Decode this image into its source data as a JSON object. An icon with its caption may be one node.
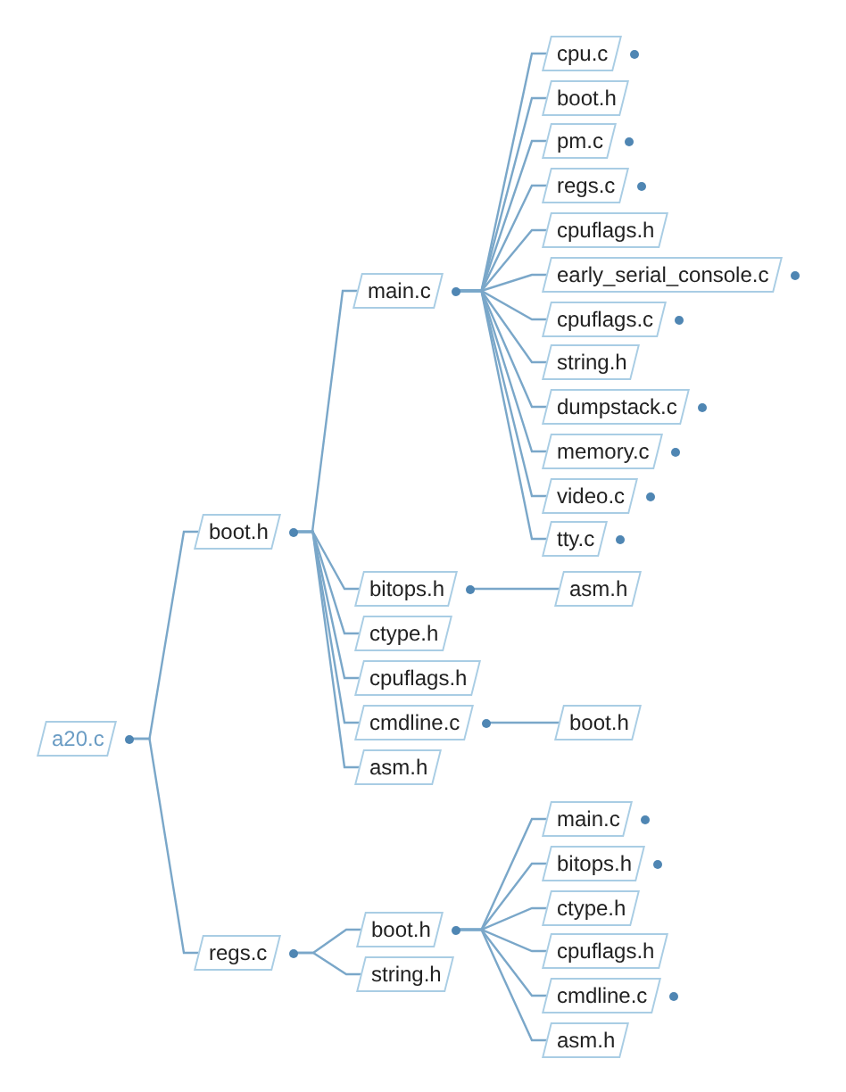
{
  "diagram": {
    "nodes": [
      {
        "text": [
          "a20.c"
        ]
      },
      {
        "text": [
          "boot.h"
        ]
      },
      {
        "text": [
          "main.c"
        ]
      },
      {
        "text": [
          "cpu.c"
        ]
      },
      {
        "text": [
          "boot.h"
        ]
      },
      {
        "text": [
          "pm.c"
        ]
      },
      {
        "text": [
          "regs.c"
        ]
      },
      {
        "text": [
          "cpuflags.h"
        ]
      },
      {
        "text": [
          "early_serial_console.c"
        ]
      },
      {
        "text": [
          "cpuflags.c"
        ]
      },
      {
        "text": [
          "string.h"
        ]
      },
      {
        "text": [
          "dumpstack.c"
        ]
      },
      {
        "text": [
          "memory.c"
        ]
      },
      {
        "text": [
          "video.c"
        ]
      },
      {
        "text": [
          "tty.c"
        ]
      },
      {
        "text": [
          "bitops.h"
        ]
      },
      {
        "text": [
          "asm.h"
        ]
      },
      {
        "text": [
          "ctype.h"
        ]
      },
      {
        "text": [
          "cpuflags.h"
        ]
      },
      {
        "text": [
          "cmdline.c"
        ]
      },
      {
        "text": [
          "boot.h"
        ]
      },
      {
        "text": [
          "asm.h"
        ]
      },
      {
        "text": [
          "regs.c"
        ]
      },
      {
        "text": [
          "boot.h"
        ]
      },
      {
        "text": [
          "main.c"
        ]
      },
      {
        "text": [
          "bitops.h"
        ]
      },
      {
        "text": [
          "ctype.h"
        ]
      },
      {
        "text": [
          "cpuflags.h"
        ]
      },
      {
        "text": [
          "cmdline.c"
        ]
      },
      {
        "text": [
          "asm.h"
        ]
      },
      {
        "text": [
          "string.h"
        ]
      }
    ],
    "edges": [
      {
        "from": 0,
        "to": 1,
        "arrow": "none"
      },
      {
        "from": 1,
        "to": 2,
        "arrow": "none"
      },
      {
        "from": 2,
        "to": 3,
        "arrow": "none"
      },
      {
        "from": 2,
        "to": 4,
        "arrow": "none"
      },
      {
        "from": 2,
        "to": 5,
        "arrow": "none"
      },
      {
        "from": 2,
        "to": 6,
        "arrow": "none"
      },
      {
        "from": 2,
        "to": 7,
        "arrow": "none"
      },
      {
        "from": 2,
        "to": 8,
        "arrow": "none"
      },
      {
        "from": 2,
        "to": 9,
        "arrow": "none"
      },
      {
        "from": 2,
        "to": 10,
        "arrow": "none"
      },
      {
        "from": 2,
        "to": 11,
        "arrow": "none"
      },
      {
        "from": 2,
        "to": 12,
        "arrow": "none"
      },
      {
        "from": 2,
        "to": 13,
        "arrow": "none"
      },
      {
        "from": 2,
        "to": 14,
        "arrow": "none"
      },
      {
        "from": 1,
        "to": 15,
        "arrow": "none"
      },
      {
        "from": 15,
        "to": 16,
        "arrow": "none"
      },
      {
        "from": 1,
        "to": 17,
        "arrow": "none"
      },
      {
        "from": 1,
        "to": 18,
        "arrow": "none"
      },
      {
        "from": 1,
        "to": 19,
        "arrow": "none"
      },
      {
        "from": 19,
        "to": 20,
        "arrow": "none"
      },
      {
        "from": 1,
        "to": 21,
        "arrow": "none"
      },
      {
        "from": 0,
        "to": 22,
        "arrow": "none"
      },
      {
        "from": 22,
        "to": 23,
        "arrow": "none"
      },
      {
        "from": 23,
        "to": 24,
        "arrow": "none"
      },
      {
        "from": 23,
        "to": 25,
        "arrow": "none"
      },
      {
        "from": 23,
        "to": 26,
        "arrow": "none"
      },
      {
        "from": 23,
        "to": 27,
        "arrow": "none"
      },
      {
        "from": 23,
        "to": 28,
        "arrow": "none"
      },
      {
        "from": 23,
        "to": 29,
        "arrow": "none"
      },
      {
        "from": 22,
        "to": 30,
        "arrow": "none"
      }
    ]
  }
}
